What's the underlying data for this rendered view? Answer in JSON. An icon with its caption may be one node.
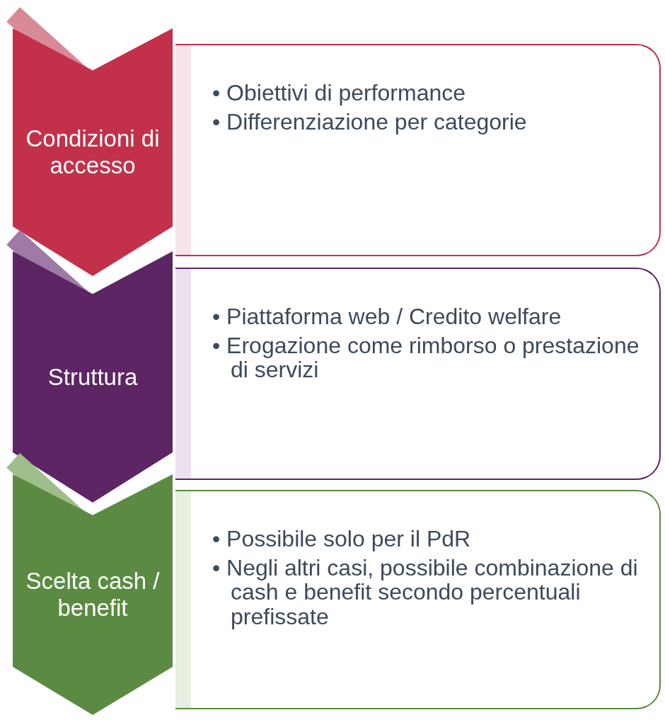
{
  "diagram": {
    "nodes": [
      {
        "text": [
          "Condizioni di accesso"
        ]
      },
      {
        "text": [
          "• Obiettivi di performance",
          "• Differenziazione per categorie"
        ]
      },
      {
        "text": [
          "Struttura"
        ]
      },
      {
        "text": [
          "• Piattaforma web / Credito welfare",
          "• Erogazione come rimborso o prestazione di servizi"
        ]
      },
      {
        "text": [
          "Scelta cash / benefit"
        ]
      },
      {
        "text": [
          "• Possibile solo per il PdR",
          "• Negli altri casi, possibile combinazione di cash e benefit secondo percentuali prefissate"
        ]
      }
    ]
  }
}
